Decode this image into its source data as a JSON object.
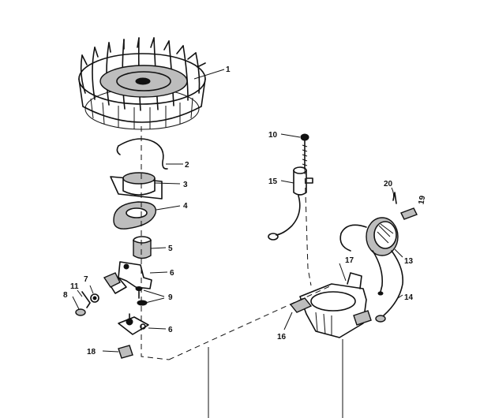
{
  "labels": {
    "p1": "1",
    "p2": "2",
    "p3": "3",
    "p4": "4",
    "p5": "5",
    "p6a": "6",
    "p6b": "6",
    "p7": "7",
    "p8": "8",
    "p9": "9",
    "p10": "10",
    "p11": "11",
    "p13": "13",
    "p14": "14",
    "p15": "15",
    "p16": "16",
    "p17": "17",
    "p18": "18",
    "p19": "19",
    "p20": "20"
  },
  "colors": {
    "ink": "#111111",
    "paper": "#ffffff",
    "shade": "#bdbdbd"
  }
}
